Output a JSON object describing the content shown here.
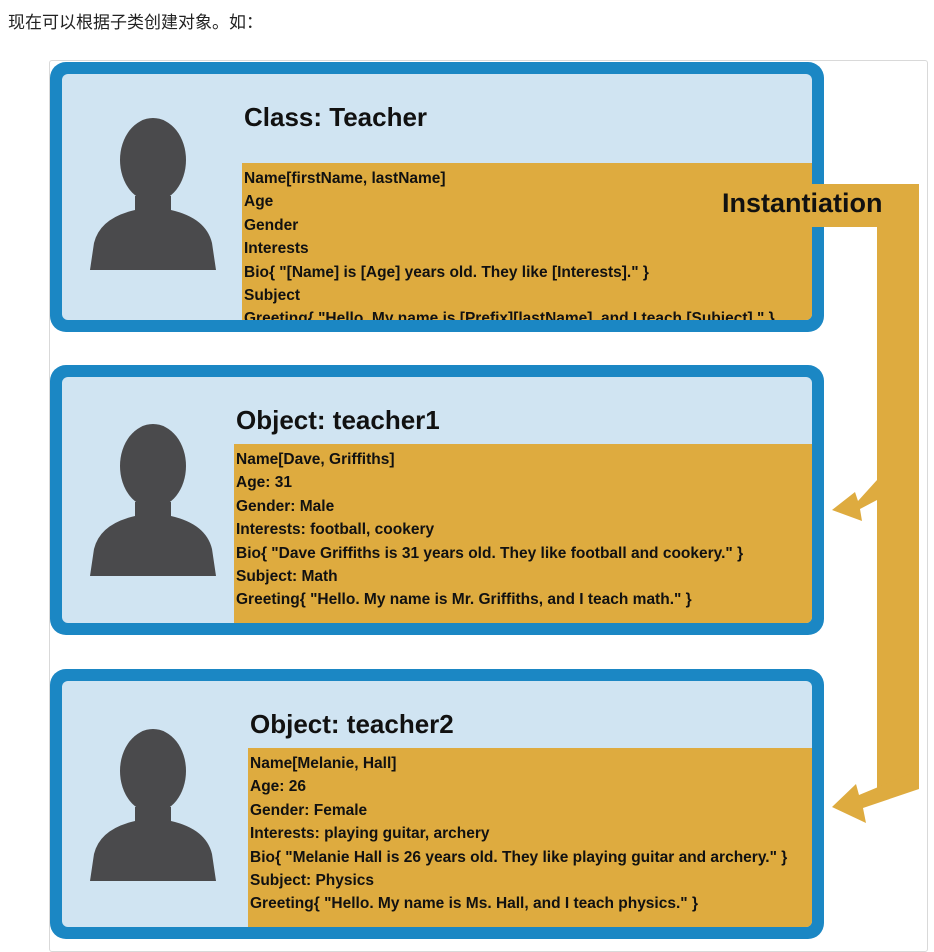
{
  "intro": "现在可以根据子类创建对象。如：",
  "diagram": {
    "arrow_label": "Instantiation",
    "colors": {
      "frame": "#1b87c4",
      "panel": "#d0e4f2",
      "props": "#deab3f",
      "avatar": "#4a4a4c",
      "arrow": "#deab3f"
    },
    "class_card": {
      "title": "Class: Teacher",
      "props": [
        "Name[firstName, lastName]",
        "Age",
        "Gender",
        "Interests",
        "Bio{ \"[Name] is [Age] years old. They like [Interests].\" }",
        "Subject",
        "Greeting{ \"Hello. My name is [Prefix][lastName], and I teach [Subject].\" }"
      ]
    },
    "objects": [
      {
        "title": "Object: teacher1",
        "props": [
          "Name[Dave, Griffiths]",
          "Age: 31",
          "Gender: Male",
          "Interests: football, cookery",
          "Bio{ \"Dave Griffiths is 31 years old. They like football and cookery.\" }",
          "Subject: Math",
          "Greeting{ \"Hello. My name is Mr. Griffiths, and I teach math.\" }"
        ]
      },
      {
        "title": "Object: teacher2",
        "props": [
          "Name[Melanie, Hall]",
          "Age: 26",
          "Gender: Female",
          "Interests: playing guitar, archery",
          "Bio{ \"Melanie Hall is 26 years old. They like playing guitar and archery.\" }",
          "Subject: Physics",
          "Greeting{ \"Hello. My name is Ms. Hall, and I teach physics.\" }"
        ]
      }
    ]
  }
}
